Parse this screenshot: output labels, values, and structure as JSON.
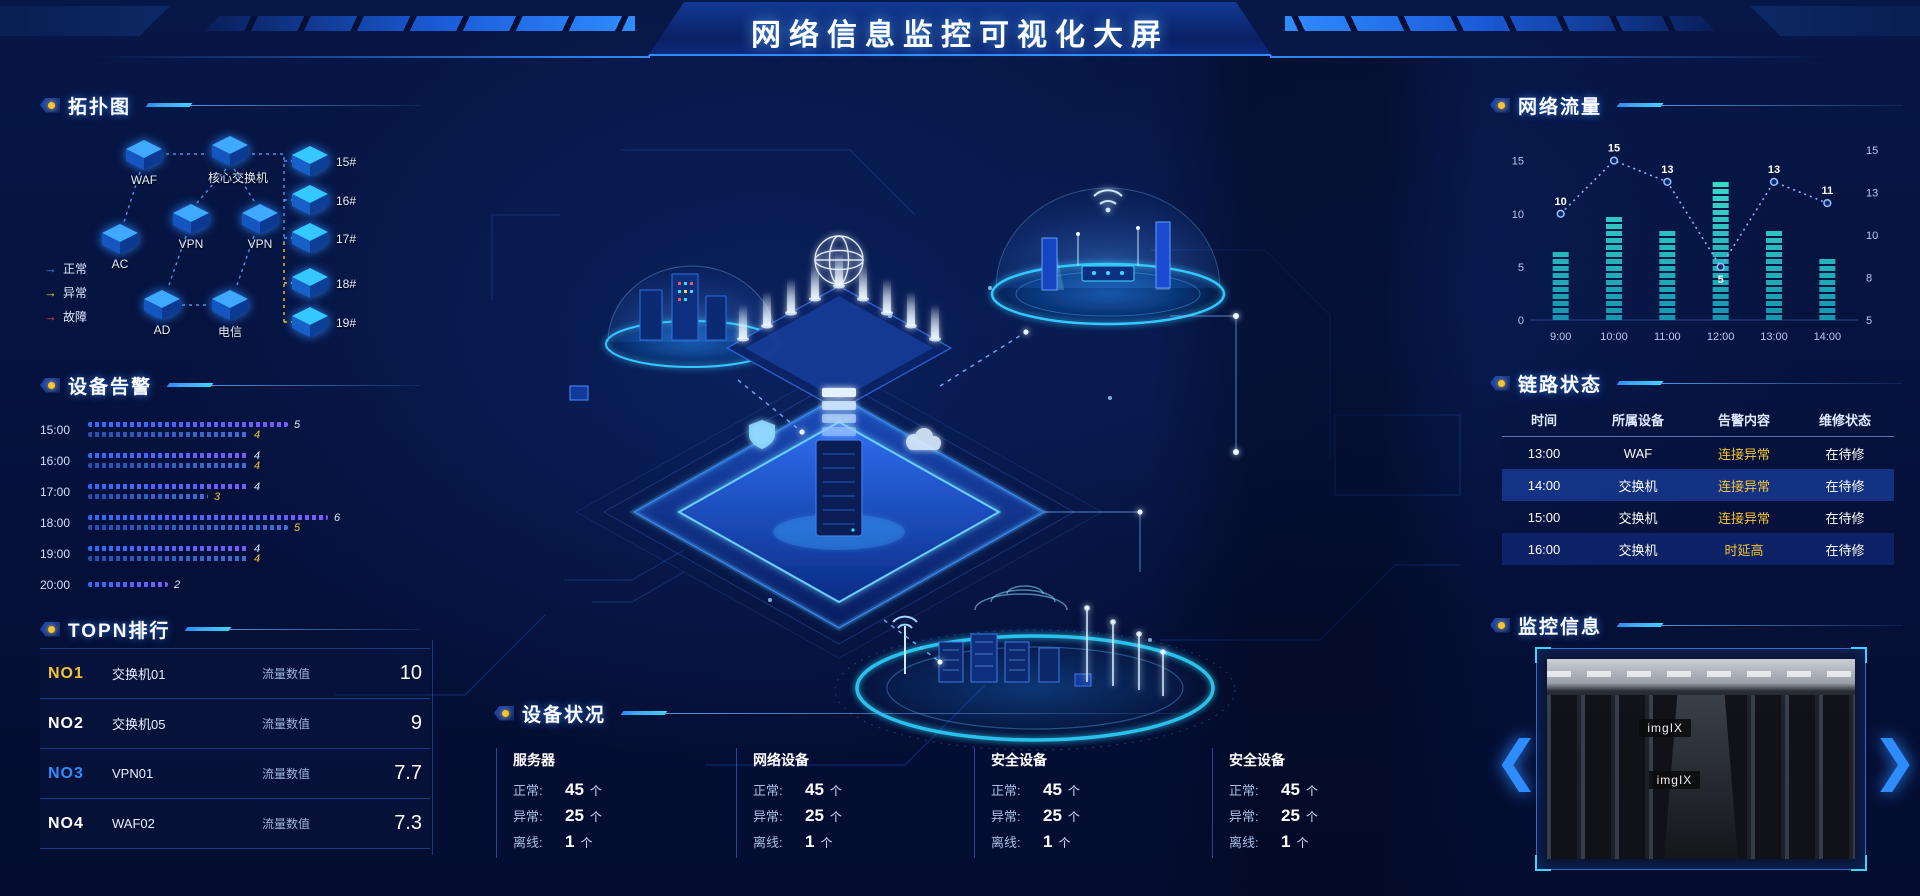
{
  "title": "网络信息监控可视化大屏",
  "colors": {
    "accent": "#2f8cff",
    "cyan": "#35e0ff",
    "yellow": "#f5c431",
    "red": "#ff3b3b",
    "teal": "#2ee6c8",
    "background": "#061543"
  },
  "panels": {
    "topology": {
      "title": "拓扑图",
      "nodes": [
        {
          "label": "WAF"
        },
        {
          "label": "核心交换机"
        },
        {
          "label": "VPN"
        },
        {
          "label": "VPN"
        },
        {
          "label": "AC"
        },
        {
          "label": "AD"
        },
        {
          "label": "电信"
        }
      ],
      "endpoints": [
        {
          "label": "15#"
        },
        {
          "label": "16#"
        },
        {
          "label": "17#"
        },
        {
          "label": "18#"
        },
        {
          "label": "19#"
        }
      ],
      "legend": [
        {
          "label": "正常",
          "color": "#2f8cff",
          "arrow": "→"
        },
        {
          "label": "异常",
          "color": "#f5c431",
          "arrow": "→"
        },
        {
          "label": "故障",
          "color": "#ff3b3b",
          "arrow": "→"
        }
      ]
    },
    "alarms": {
      "title": "设备告警"
    },
    "topn": {
      "title": "TOPN排行",
      "metric_label": "流量数值",
      "rows": [
        {
          "rank": "NO1",
          "name": "交换机01",
          "value": "10",
          "rank_color": "#f5c431"
        },
        {
          "rank": "NO2",
          "name": "交换机05",
          "value": "9",
          "rank_color": "#ffffff"
        },
        {
          "rank": "NO3",
          "name": "VPN01",
          "value": "7.7",
          "rank_color": "#2f8cff"
        },
        {
          "rank": "NO4",
          "name": "WAF02",
          "value": "7.3",
          "rank_color": "#ffffff"
        }
      ]
    },
    "device_status": {
      "title": "设备状况",
      "groups": [
        {
          "name": "服务器",
          "stats": [
            {
              "label": "正常:",
              "value": "45",
              "unit": "个"
            },
            {
              "label": "异常:",
              "value": "25",
              "unit": "个"
            },
            {
              "label": "离线:",
              "value": "1",
              "unit": "个"
            }
          ]
        },
        {
          "name": "网络设备",
          "stats": [
            {
              "label": "正常:",
              "value": "45",
              "unit": "个"
            },
            {
              "label": "异常:",
              "value": "25",
              "unit": "个"
            },
            {
              "label": "离线:",
              "value": "1",
              "unit": "个"
            }
          ]
        },
        {
          "name": "安全设备",
          "stats": [
            {
              "label": "正常:",
              "value": "45",
              "unit": "个"
            },
            {
              "label": "异常:",
              "value": "25",
              "unit": "个"
            },
            {
              "label": "离线:",
              "value": "1",
              "unit": "个"
            }
          ]
        },
        {
          "name": "安全设备",
          "stats": [
            {
              "label": "正常:",
              "value": "45",
              "unit": "个"
            },
            {
              "label": "异常:",
              "value": "25",
              "unit": "个"
            },
            {
              "label": "离线:",
              "value": "1",
              "unit": "个"
            }
          ]
        }
      ]
    },
    "traffic": {
      "title": "网络流量"
    },
    "links": {
      "title": "链路状态",
      "headers": [
        "时间",
        "所属设备",
        "告警内容",
        "维修状态"
      ],
      "rows": [
        {
          "time": "13:00",
          "device": "WAF",
          "alarm": "连接异常",
          "status": "在待修"
        },
        {
          "time": "14:00",
          "device": "交换机",
          "alarm": "连接异常",
          "status": "在待修"
        },
        {
          "time": "15:00",
          "device": "交换机",
          "alarm": "连接异常",
          "status": "在待修"
        },
        {
          "time": "16:00",
          "device": "交换机",
          "alarm": "时延高",
          "status": "在待修"
        }
      ]
    },
    "monitor": {
      "title": "监控信息",
      "watermarks": [
        "imgIX",
        "imgIX"
      ],
      "prev_icon": "❮",
      "next_icon": "❯"
    }
  },
  "chart_data": [
    {
      "type": "bar",
      "title": "网络流量",
      "categories": [
        "9:00",
        "10:00",
        "11:00",
        "12:00",
        "13:00",
        "14:00"
      ],
      "series": [
        {
          "name": "流量柱状",
          "type": "bar",
          "values": [
            7,
            10,
            9,
            13,
            9,
            6
          ]
        },
        {
          "name": "流量折线",
          "type": "line",
          "values": [
            10,
            15,
            13,
            5,
            13,
            11
          ]
        }
      ],
      "left_axis_ticks": [
        0,
        5,
        10,
        15
      ],
      "right_axis_ticks": [
        5,
        8,
        10,
        13,
        15
      ],
      "ylim": [
        0,
        16
      ],
      "grid": false,
      "legend_position": "none"
    },
    {
      "type": "heatmap",
      "title": "设备告警",
      "rows": [
        {
          "time": "15:00",
          "values": [
            5,
            4
          ]
        },
        {
          "time": "16:00",
          "values": [
            4,
            4
          ]
        },
        {
          "time": "17:00",
          "values": [
            4,
            3
          ]
        },
        {
          "time": "18:00",
          "values": [
            6,
            5
          ]
        },
        {
          "time": "19:00",
          "values": [
            4,
            4
          ]
        },
        {
          "time": "20:00",
          "values": [
            2
          ]
        }
      ]
    }
  ]
}
